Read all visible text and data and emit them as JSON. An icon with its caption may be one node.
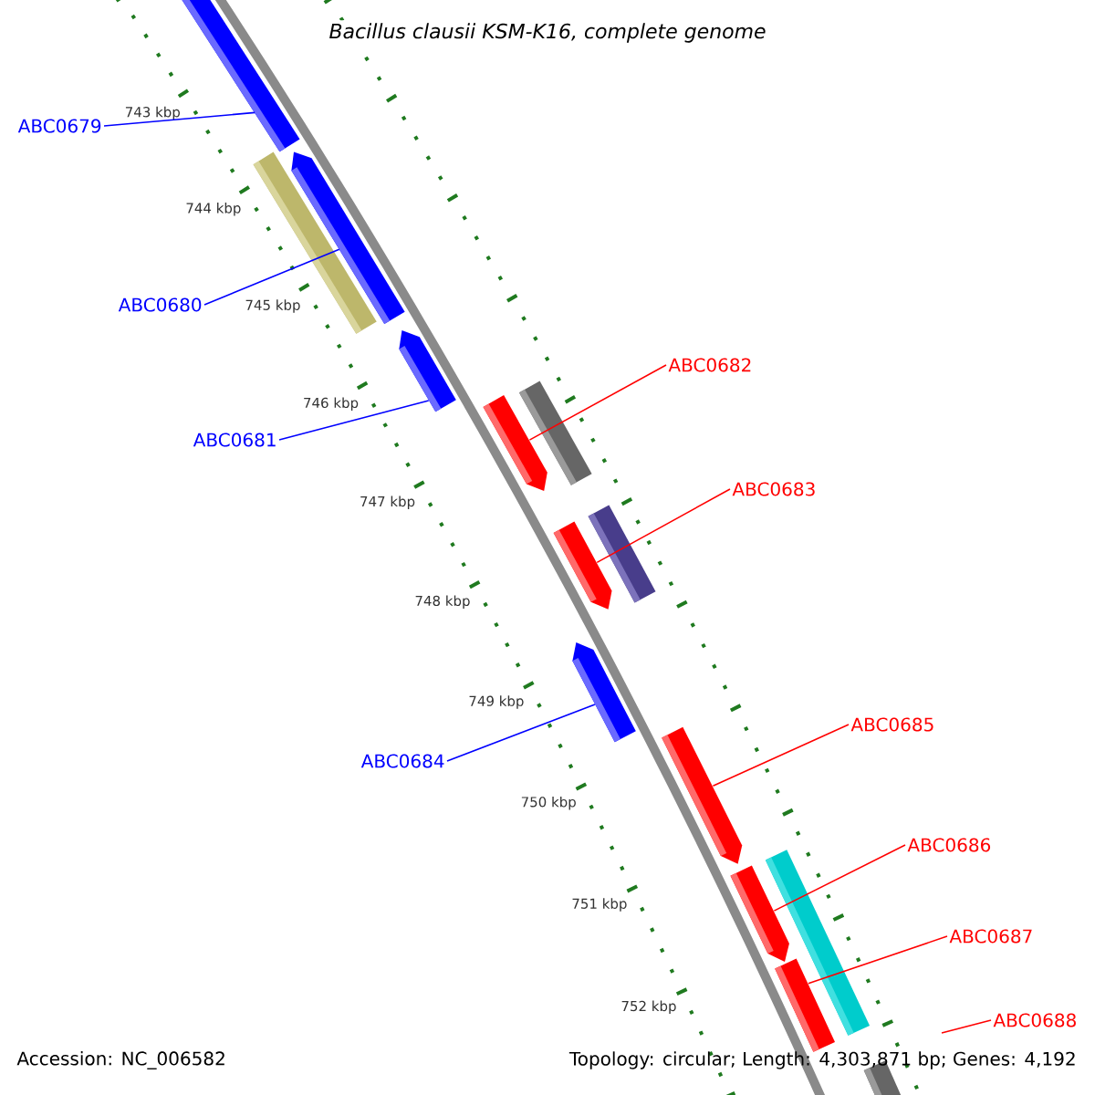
{
  "diagram": {
    "title": "Bacillus clausii KSM-K16, complete genome",
    "nodes": [
      {
        "text": [
          "ABC0679"
        ]
      },
      {
        "text": [
          "ABC0680"
        ]
      },
      {
        "text": [
          "ABC0681"
        ]
      },
      {
        "text": [
          "ABC0682"
        ]
      },
      {
        "text": [
          "ABC0683"
        ]
      },
      {
        "text": [
          "ABC0684"
        ]
      },
      {
        "text": [
          "ABC0685"
        ]
      },
      {
        "text": [
          "ABC0686"
        ]
      },
      {
        "text": [
          "ABC0687"
        ]
      },
      {
        "text": [
          "ABC0688"
        ]
      },
      {
        "text": [],
        "shape": "arrow"
      },
      {
        "text": [],
        "shape": "arrow"
      },
      {
        "text": [],
        "shape": "arrow"
      },
      {
        "text": [],
        "shape": "arrow"
      },
      {
        "text": [],
        "shape": "arrow"
      },
      {
        "text": [],
        "shape": "arrow"
      },
      {
        "text": [],
        "shape": "arrow"
      },
      {
        "text": [],
        "shape": "arrow"
      },
      {
        "text": [],
        "shape": "arrow"
      }
    ],
    "edges": [
      {
        "from": 0,
        "to": 10,
        "arrow": "none",
        "color": "#0000ff"
      },
      {
        "from": 1,
        "to": 11,
        "arrow": "none",
        "color": "#0000ff"
      },
      {
        "from": 2,
        "to": 12,
        "arrow": "none",
        "color": "#0000ff"
      },
      {
        "from": 3,
        "to": 13,
        "arrow": "none",
        "color": "#ff0000"
      },
      {
        "from": 4,
        "to": 14,
        "arrow": "none",
        "color": "#ff0000"
      },
      {
        "from": 5,
        "to": 15,
        "arrow": "none",
        "color": "#0000ff"
      },
      {
        "from": 6,
        "to": 16,
        "arrow": "none",
        "color": "#ff0000"
      },
      {
        "from": 7,
        "to": 17,
        "arrow": "none",
        "color": "#ff0000"
      },
      {
        "from": 8,
        "to": 18,
        "arrow": "none",
        "color": "#ff0000"
      },
      {
        "from": 9,
        "to": null,
        "arrow": "none",
        "color": "#ff0000"
      }
    ],
    "labels": [
      "743 kbp",
      "744 kbp",
      "745 kbp",
      "746 kbp",
      "747 kbp",
      "748 kbp",
      "749 kbp",
      "750 kbp",
      "751 kbp",
      "752 kbp",
      "Accession: NC_006582",
      "Topology: circular; Length: 4,303,871 bp; Genes: 4,192"
    ]
  }
}
